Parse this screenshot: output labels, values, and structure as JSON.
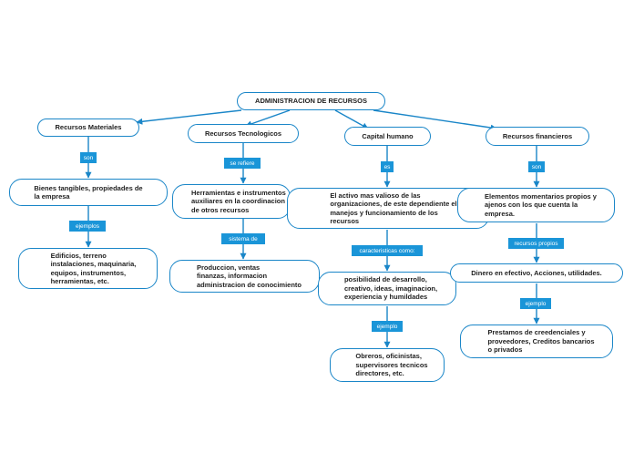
{
  "colors": {
    "line": "#1a86c8",
    "tag_fill": "#1a95d8",
    "node_border": "#1a86c8"
  },
  "root": "ADMINISTRACION DE RECURSOS",
  "branches": [
    {
      "title": "Recursos Materiales",
      "link": "son",
      "node": "Bienes tangibles, propiedades de\nla empresa",
      "link2": "ejemplos",
      "node2": "Edificios, terreno\ninstalaciones, maquinaria,\nequipos, instrumentos,\nherramientas, etc."
    },
    {
      "title": "Recursos Tecnologicos",
      "link": "se refiere",
      "node": "Herramientas e instrumentos\nauxiliares en la coordinacion\nde otros recursos",
      "link2": "sistema de",
      "node2": "Produccion, ventas\nfinanzas, informacion\nadministracion de conocimiento"
    },
    {
      "title": "Capital humano",
      "link": "es",
      "node": "El activo mas valioso de las\norganizaciones, de este dependiente el\nmanejos y funcionamiento de los\nrecursos",
      "link2": "caracteristicas como:",
      "node2": "posibilidad de desarrollo,\ncreativo, ideas, imaginacion,\nexperiencia y humildades",
      "link3": "ejemplo",
      "node3": "Obreros, oficinistas,\nsupervisores tecnicos\ndirectores, etc."
    },
    {
      "title": "Recursos financieros",
      "link": "son",
      "node": "Elementos momentarios propios y\najenos con los que cuenta la\nempresa.",
      "link2": "recursos propios",
      "node2": "Dinero en efectivo, Acciones, utilidades.",
      "link3": "ejemplo",
      "node3": "Prestamos de creedenciales y\nproveedores, Creditos bancarios\no privados"
    }
  ]
}
